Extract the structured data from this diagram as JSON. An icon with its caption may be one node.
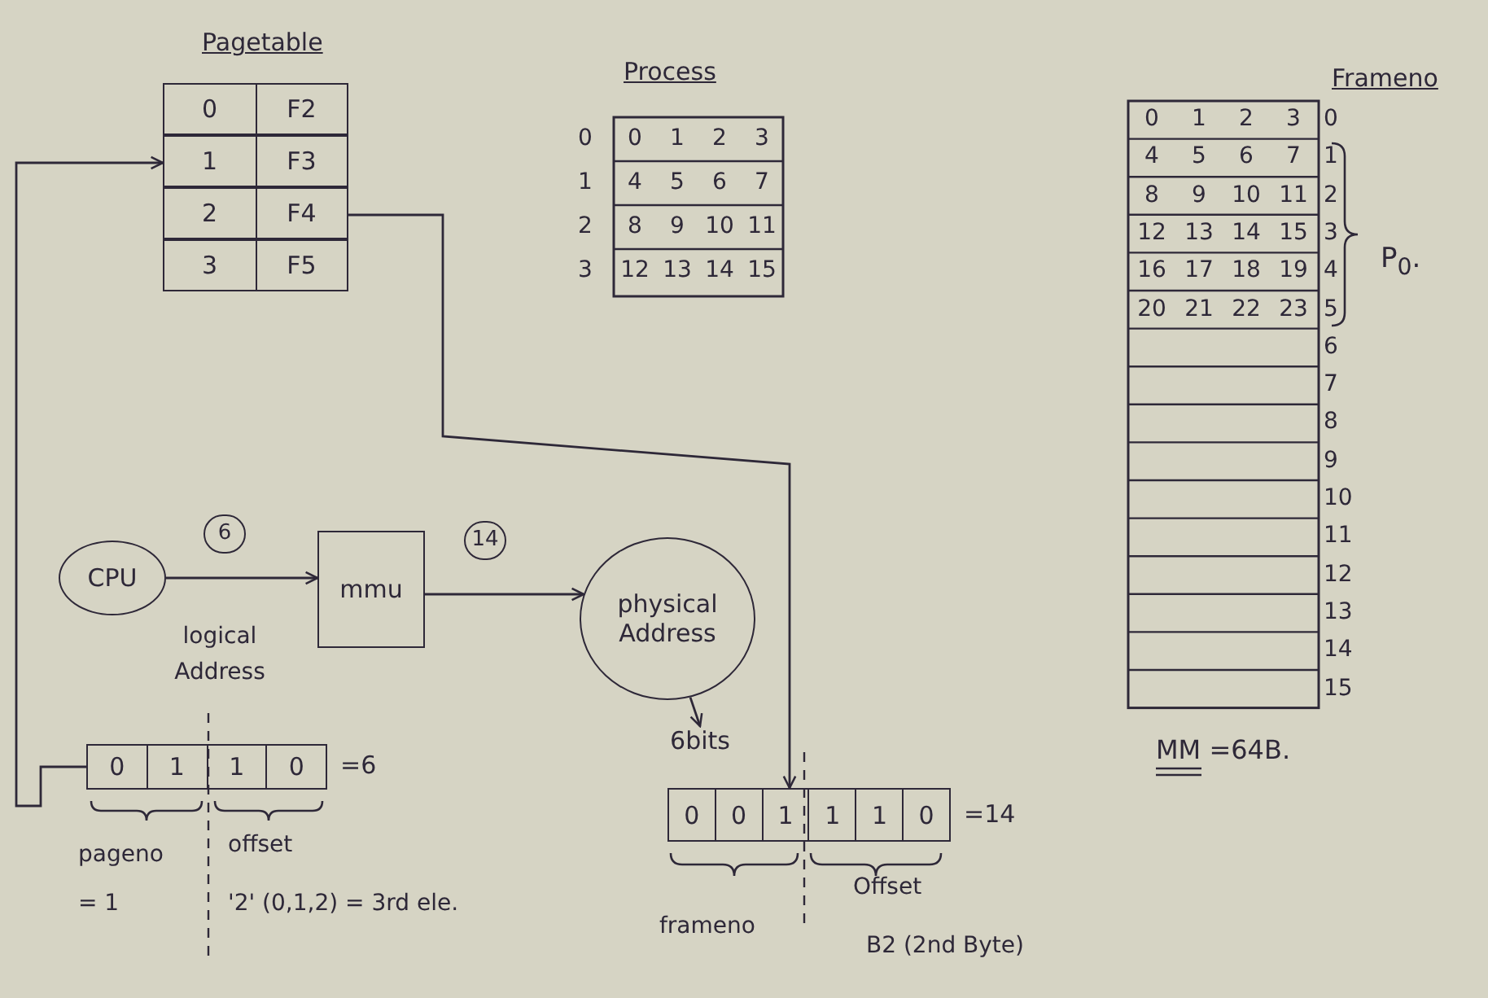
{
  "diagram": {
    "nodes": [
      {
        "text": [
          "Pagetable"
        ]
      },
      {
        "text": [
          "0",
          "F2"
        ],
        "in": 0
      },
      {
        "text": [
          "1",
          "F3"
        ],
        "in": 0
      },
      {
        "text": [
          "2",
          "F4"
        ],
        "in": 0
      },
      {
        "text": [
          "3",
          "F5"
        ],
        "in": 0
      },
      {
        "text": [
          "CPU"
        ]
      },
      {
        "text": [
          "mmu"
        ]
      },
      {
        "text": [
          "physical Address"
        ]
      },
      {
        "text": [
          "6bits"
        ]
      },
      {
        "text": [
          "0",
          "1",
          "1",
          "0"
        ],
        "beside": [
          "=6"
        ]
      },
      {
        "text": [
          "0",
          "0",
          "1",
          "1",
          "1",
          "0"
        ],
        "beside": [
          "=14"
        ]
      }
    ],
    "edges": [
      {
        "from": 5,
        "to": 6,
        "arrow": "to",
        "label": "6"
      },
      {
        "from": 6,
        "to": 7,
        "arrow": "to",
        "label": "14"
      },
      {
        "from": 7,
        "to": 8,
        "arrow": "to"
      },
      {
        "from": 9,
        "to": 2,
        "arrow": "to"
      },
      {
        "from": 3,
        "to": 10,
        "arrow": "to"
      }
    ],
    "labels": [
      "Process",
      "0",
      "0",
      "1",
      "2",
      "3",
      "1",
      "4",
      "5",
      "6",
      "7",
      "2",
      "8",
      "9",
      "10",
      "11",
      "3",
      "12",
      "13",
      "14",
      "15",
      "Frameno",
      "0",
      "1",
      "2",
      "3",
      "0",
      "4",
      "5",
      "6",
      "7",
      "1",
      "8",
      "9",
      "10",
      "11",
      "2",
      "12",
      "13",
      "14",
      "15",
      "3",
      "16",
      "17",
      "18",
      "19",
      "4",
      "20",
      "21",
      "22",
      "23",
      "5",
      "6",
      "7",
      "8",
      "9",
      "10",
      "11",
      "12",
      "13",
      "14",
      "15",
      "P$_{0}$.",
      "MM =64B.",
      "logical Address",
      "pageno",
      "offset",
      "= 1",
      "'2' (0,1,2) = 3rd ele.",
      "frameno",
      "Offset",
      "B2 (2nd Byte)"
    ]
  }
}
